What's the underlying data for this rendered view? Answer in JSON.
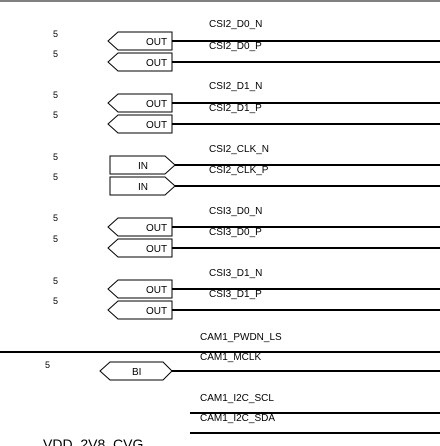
{
  "ports": [
    {
      "net": "CSI2_D0_N",
      "label": "OUT",
      "ref": "5"
    },
    {
      "net": "CSI2_D0_P",
      "label": "OUT",
      "ref": "5"
    },
    {
      "net": "CSI2_D1_N",
      "label": "OUT",
      "ref": "5"
    },
    {
      "net": "CSI2_D1_P",
      "label": "OUT",
      "ref": "5"
    },
    {
      "net": "CSI2_CLK_N",
      "label": "IN",
      "ref": "5"
    },
    {
      "net": "CSI2_CLK_P",
      "label": "IN",
      "ref": "5"
    },
    {
      "net": "CSI3_D0_N",
      "label": "OUT",
      "ref": "5"
    },
    {
      "net": "CSI3_D0_P",
      "label": "OUT",
      "ref": "5"
    },
    {
      "net": "CSI3_D1_N",
      "label": "OUT",
      "ref": "5"
    },
    {
      "net": "CSI3_D1_P",
      "label": "OUT",
      "ref": "5"
    }
  ],
  "cam": {
    "pwdn": "CAM1_PWDN_LS",
    "mclk": "CAM1_MCLK",
    "mclk_port": "BI",
    "mclk_ref": "5",
    "scl": "CAM1_I2C_SCL",
    "sda": "CAM1_I2C_SDA"
  },
  "bottom_label": "VDD_2V8_CVG"
}
